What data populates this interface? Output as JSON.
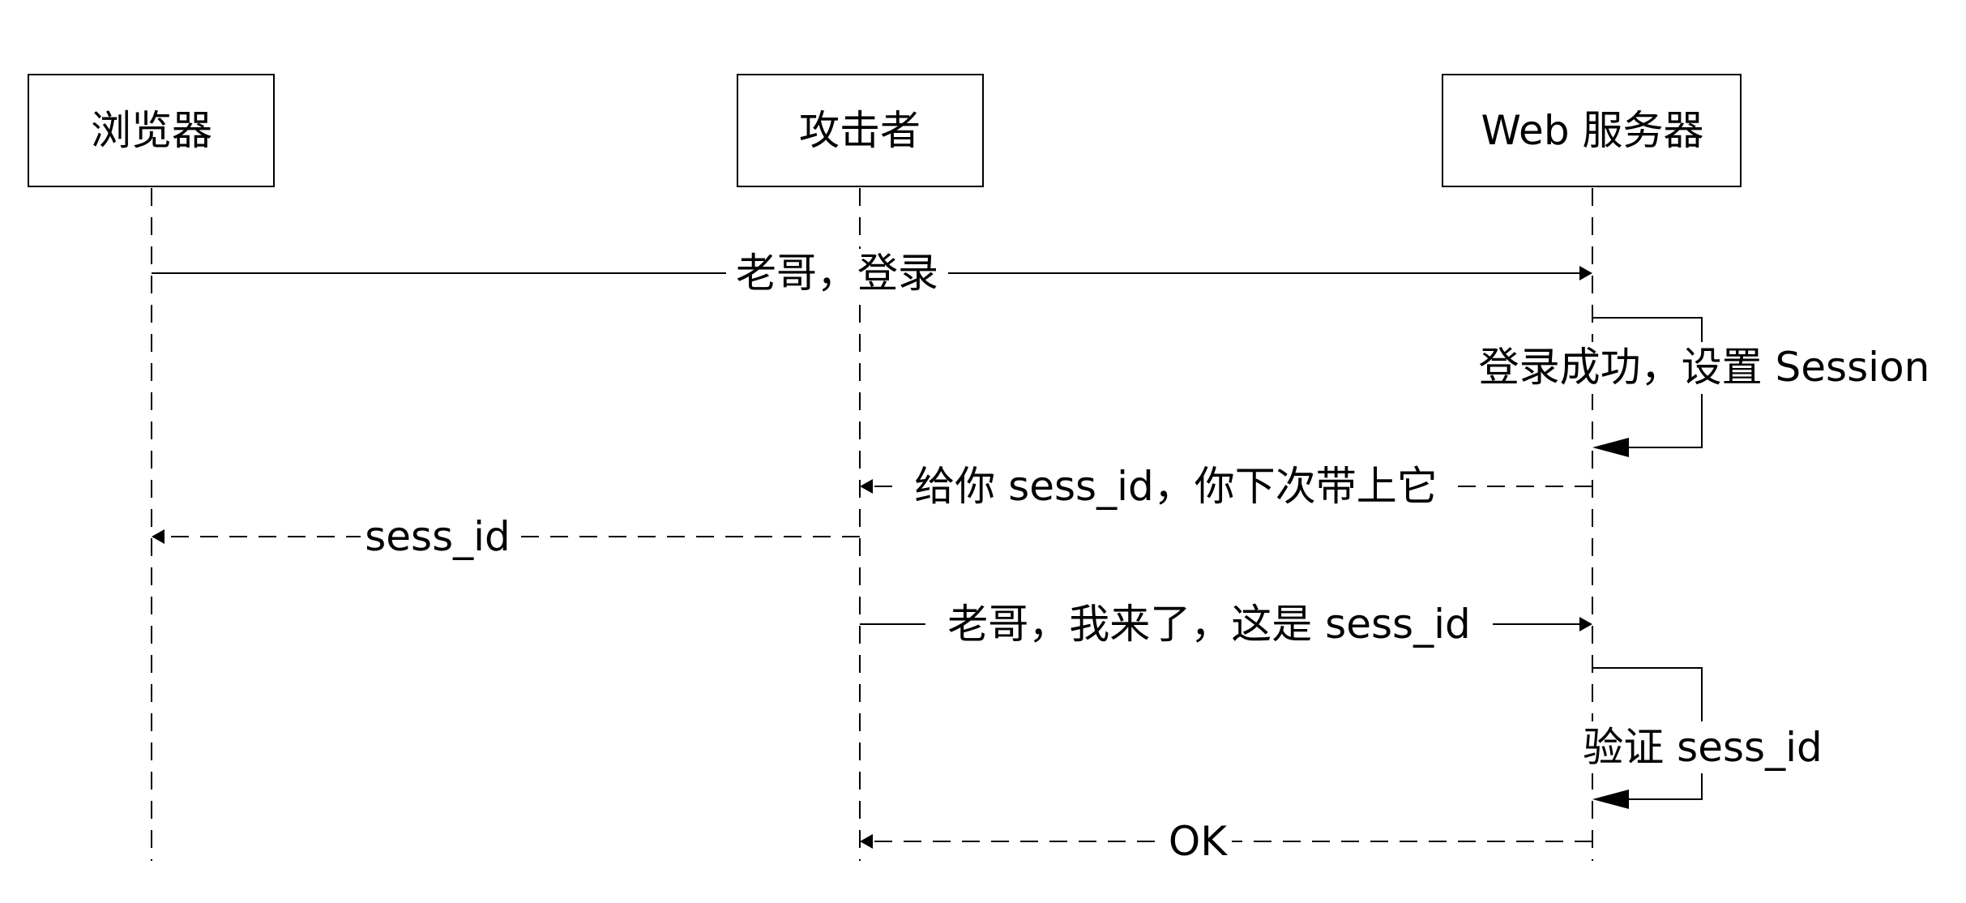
{
  "diagram": {
    "type": "sequence",
    "participants": [
      {
        "id": "browser",
        "label": "浏览器"
      },
      {
        "id": "attacker",
        "label": "攻击者"
      },
      {
        "id": "server",
        "label": "Web 服务器"
      }
    ],
    "messages": [
      {
        "from": "browser",
        "to": "server",
        "label": "老哥，登录",
        "style": "solid"
      },
      {
        "from": "server",
        "to": "server",
        "label": "登录成功，设置 Session",
        "style": "self"
      },
      {
        "from": "server",
        "to": "attacker",
        "label": "给你 sess_id，你下次带上它",
        "style": "dashed"
      },
      {
        "from": "attacker",
        "to": "browser",
        "label": "sess_id",
        "style": "dashed"
      },
      {
        "from": "attacker",
        "to": "server",
        "label": "老哥，我来了，这是 sess_id",
        "style": "solid"
      },
      {
        "from": "server",
        "to": "server",
        "label": "验证 sess_id",
        "style": "self"
      },
      {
        "from": "server",
        "to": "attacker",
        "label": "OK",
        "style": "dashed"
      }
    ]
  }
}
